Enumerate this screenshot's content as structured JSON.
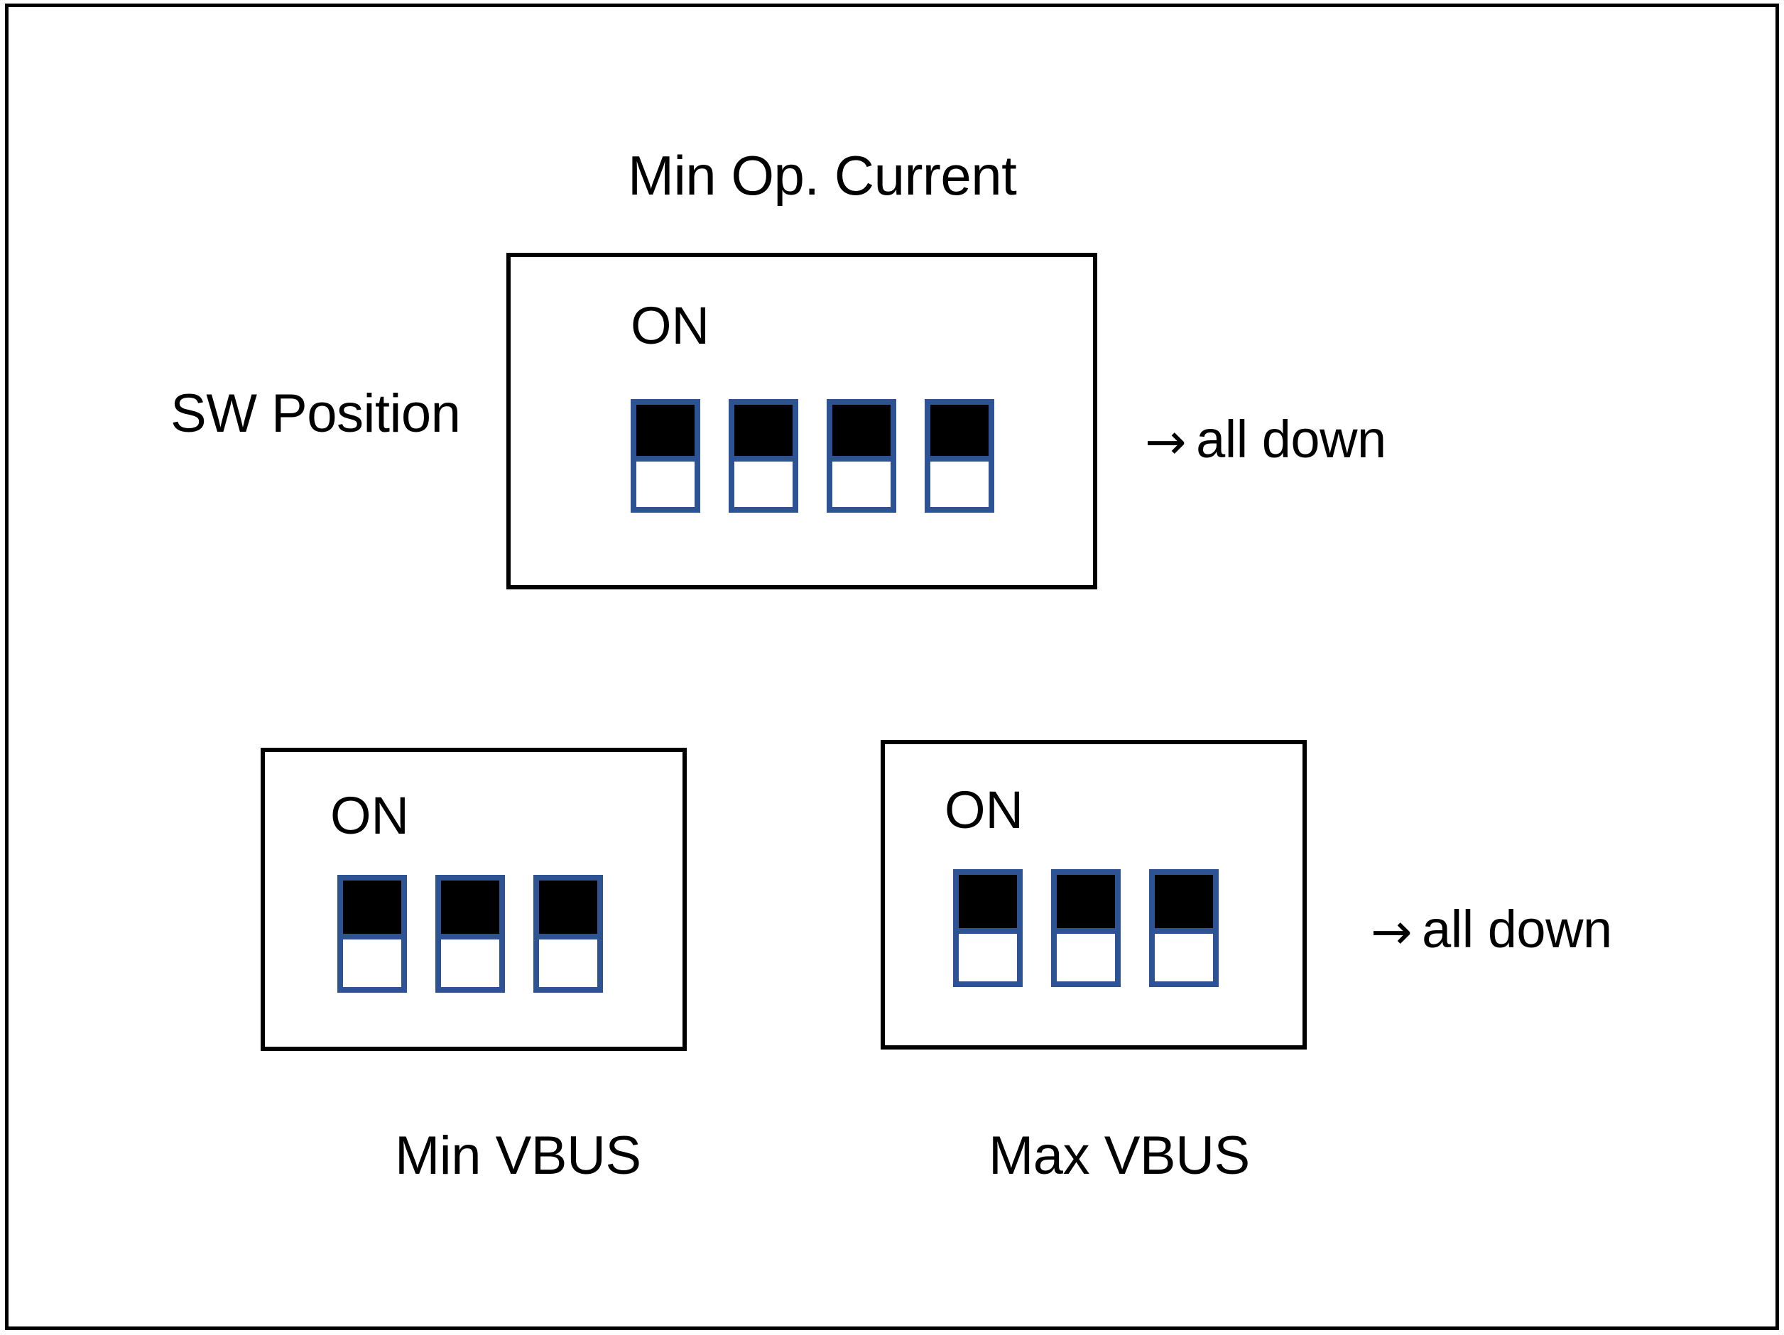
{
  "diagram": {
    "title": "Min Op. Current",
    "row_label": "SW Position",
    "on_label_1": "ON",
    "on_label_2": "ON",
    "on_label_3": "ON",
    "note_top": "all down",
    "note_bottom": "all down",
    "arrow_glyph": "→",
    "caption_left": "Min VBUS",
    "caption_right": "Max VBUS"
  },
  "colors": {
    "switch_border": "#2E5395",
    "actuator": "#000000",
    "package_border": "#000000",
    "background": "#FFFFFF",
    "frame": "#000000"
  },
  "switch_banks": [
    {
      "name": "min-op-current",
      "title": "Min Op. Current",
      "on_label": "ON",
      "count": 4,
      "positions": [
        "up",
        "up",
        "up",
        "up"
      ],
      "note": "all down",
      "caption": ""
    },
    {
      "name": "min-vbus",
      "title": "",
      "on_label": "ON",
      "count": 3,
      "positions": [
        "up",
        "up",
        "up"
      ],
      "note": "",
      "caption": "Min VBUS"
    },
    {
      "name": "max-vbus",
      "title": "",
      "on_label": "ON",
      "count": 3,
      "positions": [
        "up",
        "up",
        "up"
      ],
      "note": "all down",
      "caption": "Max VBUS"
    }
  ]
}
